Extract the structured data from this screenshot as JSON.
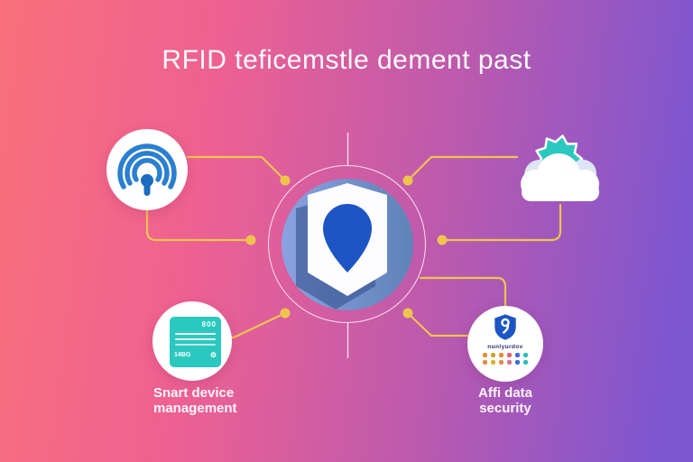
{
  "title": "RFID teficemstle dement past",
  "colors": {
    "bg-left": "#f9707b",
    "bg-mid1": "#ee6192",
    "bg-mid2": "#bd5aad",
    "bg-right": "#7c56d1",
    "accent": "#eec44f",
    "teal": "#2bc8c0",
    "blue-deep": "#1d55c5",
    "blue-icon": "#2a7fd0",
    "blue-dark": "#1b6cc0",
    "navy": "#27336e",
    "periwinkle": "#8ba2e0",
    "steel": "#5e82b8"
  },
  "icons": {
    "top_left": "broadcast-signal-icon",
    "top_right": "cloud-icon",
    "center": "location-pin-shield-icon",
    "bottom_left": "device-card-icon",
    "bottom_right": "security-shield-icon"
  },
  "nodes": {
    "device": {
      "card_value": "800",
      "card_code": "14BG",
      "gear_glyph": "⚙",
      "label_line1": "Snart device",
      "label_line2": "management"
    },
    "security": {
      "badge_text": "nunlyurdov",
      "dot_rows": [
        [
          "#e08f3c",
          "#c9a52e",
          "#e08f3c",
          "#e06470",
          "#3f6cd4",
          "#2cc0b4"
        ],
        [
          "#e08f3c",
          "#d4b32e",
          "#e08f3c",
          "#e06e8a",
          "#3f6cd4",
          "#2cc0b4"
        ]
      ],
      "label_line1": "Affi data",
      "label_line2": "security"
    }
  }
}
